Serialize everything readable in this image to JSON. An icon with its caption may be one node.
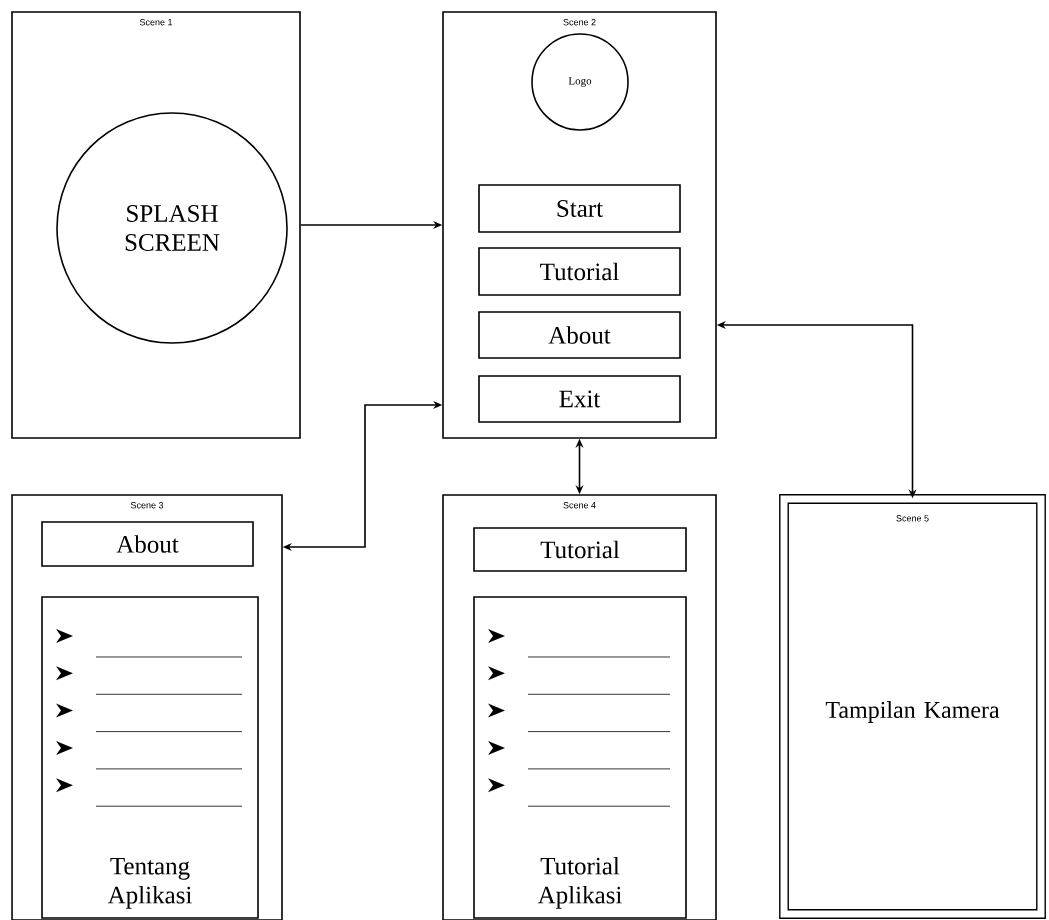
{
  "diagram": {
    "nodes": [
      {
        "text": [
          "Scene 1"
        ]
      },
      {
        "text": [
          "SPLASH SCREEN"
        ],
        "in": 0
      },
      {
        "text": [
          "Scene 2"
        ]
      },
      {
        "text": [
          "Logo"
        ],
        "in": 2
      },
      {
        "text": [
          "Start"
        ],
        "in": 2
      },
      {
        "text": [
          "Tutorial"
        ],
        "in": 2
      },
      {
        "text": [
          "About"
        ],
        "in": 2
      },
      {
        "text": [
          "Exit"
        ],
        "in": 2
      },
      {
        "text": [
          "Scene 3"
        ]
      },
      {
        "text": [
          "About"
        ],
        "in": 8
      },
      {
        "text": [
          "Tentang Aplikasi"
        ],
        "in": 8
      },
      {
        "text": [
          "Scene 4"
        ]
      },
      {
        "text": [
          "Tutorial"
        ],
        "in": 11
      },
      {
        "text": [
          "Tutorial Aplikasi"
        ],
        "in": 11
      },
      {
        "text": [
          "Scene 5",
          "Tampilan Kamera"
        ]
      }
    ],
    "edges": [
      {
        "from": 0,
        "to": 2,
        "arrow": "to"
      },
      {
        "from": 2,
        "to": 8,
        "arrow": "both"
      },
      {
        "from": 2,
        "to": 11,
        "arrow": "both"
      },
      {
        "from": 2,
        "to": 14,
        "arrow": "both"
      }
    ]
  }
}
